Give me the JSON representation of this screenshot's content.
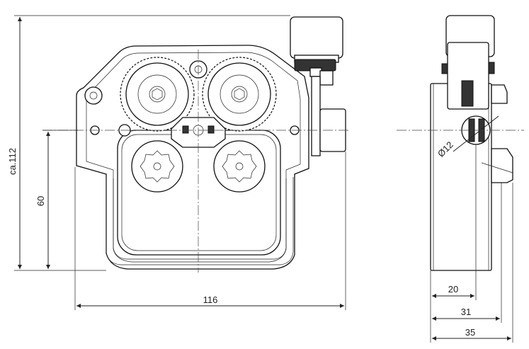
{
  "drawing": {
    "dimensions": {
      "height_total": "ca.112",
      "height_axis": "60",
      "width_front": "116",
      "side_20": "20",
      "side_31": "31",
      "side_35": "35",
      "diameter": "Ø12"
    }
  }
}
